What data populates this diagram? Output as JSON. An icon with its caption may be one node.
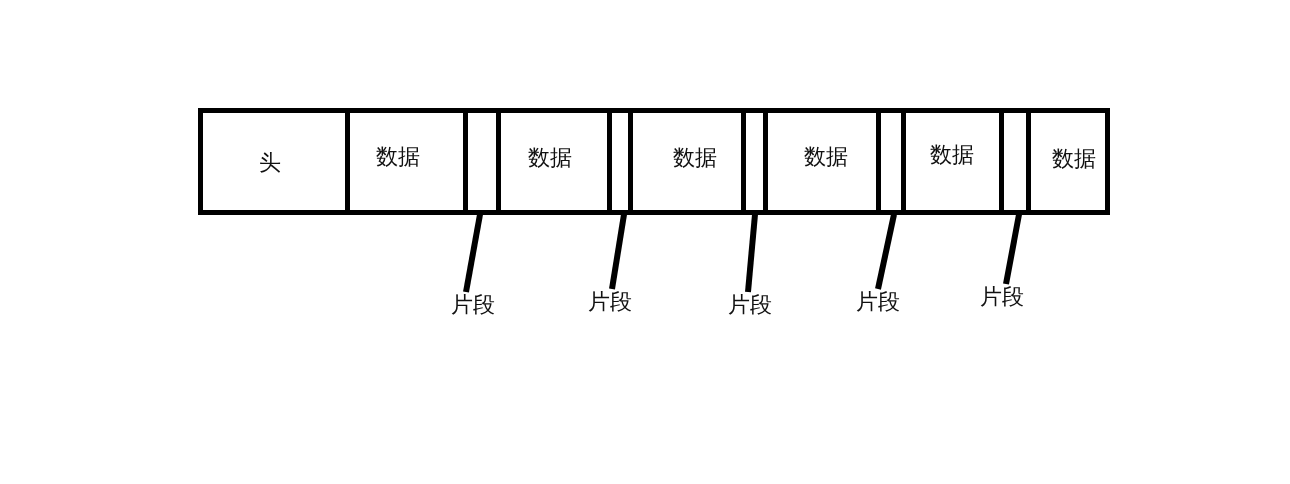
{
  "diagram": {
    "nodes": [
      {
        "text": [
          "头"
        ]
      },
      {
        "text": [
          "数据"
        ]
      },
      {
        "text": [],
        "shape": "box"
      },
      {
        "text": [
          "数据"
        ]
      },
      {
        "text": [],
        "shape": "box"
      },
      {
        "text": [
          "数据"
        ]
      },
      {
        "text": [],
        "shape": "box"
      },
      {
        "text": [
          "数据"
        ]
      },
      {
        "text": [],
        "shape": "box"
      },
      {
        "text": [
          "数据"
        ]
      },
      {
        "text": [],
        "shape": "box"
      },
      {
        "text": [
          "数据"
        ]
      },
      {
        "text": [
          "片段"
        ]
      },
      {
        "text": [
          "片段"
        ]
      },
      {
        "text": [
          "片段"
        ]
      },
      {
        "text": [
          "片段"
        ]
      },
      {
        "text": [
          "片段"
        ]
      }
    ],
    "edges": [
      {
        "from": 12,
        "to": 2,
        "arrow": "none"
      },
      {
        "from": 13,
        "to": 4,
        "arrow": "none"
      },
      {
        "from": 14,
        "to": 6,
        "arrow": "none"
      },
      {
        "from": 15,
        "to": 8,
        "arrow": "none"
      },
      {
        "from": 16,
        "to": 10,
        "arrow": "none"
      }
    ]
  }
}
